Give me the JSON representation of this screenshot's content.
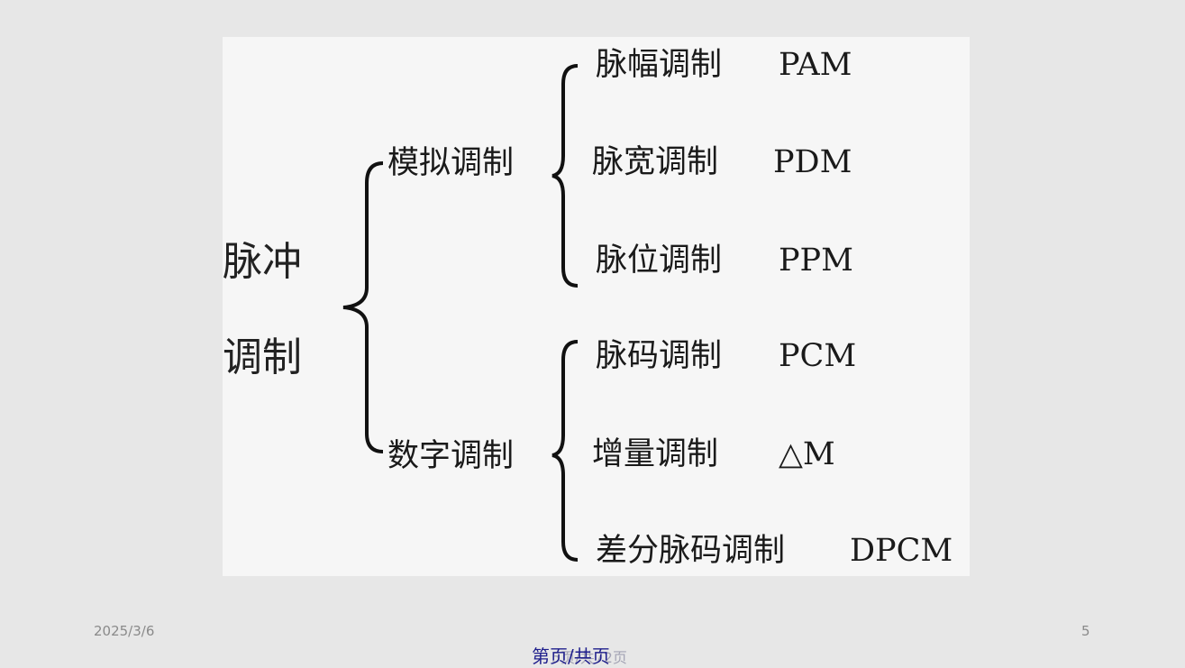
{
  "diagram": {
    "root": {
      "line1": "脉冲",
      "line2": "调制"
    },
    "groups": [
      {
        "label": "模拟调制",
        "items": [
          {
            "cn": "脉幅调制",
            "abbr": "PAM"
          },
          {
            "cn": "脉宽调制",
            "abbr": "PDM"
          },
          {
            "cn": "脉位调制",
            "abbr": "PPM"
          }
        ]
      },
      {
        "label": "数字调制",
        "items": [
          {
            "cn": "脉码调制",
            "abbr": "PCM"
          },
          {
            "cn": "增量调制",
            "abbr": "△M"
          },
          {
            "cn": "差分脉码调制",
            "abbr": "DPCM"
          }
        ]
      }
    ]
  },
  "footer": {
    "date": "2025/3/6",
    "slide_number": "5",
    "page_info": "第页/共页",
    "page_info_overlay": "5页/共72页"
  }
}
